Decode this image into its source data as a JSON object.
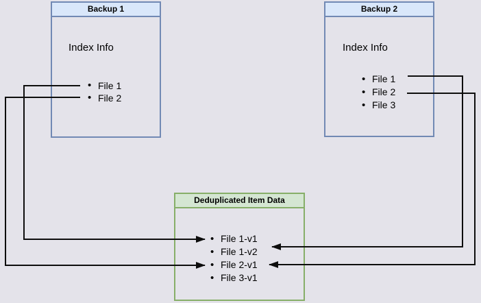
{
  "diagram": {
    "background_color": "#e4e3ea",
    "line_color": "#0d0d0d",
    "blue_header_fill": "#d9e7fa",
    "blue_border": "#7189b4",
    "green_header_fill": "#d4e6d2",
    "green_border": "#86ae68",
    "backup1": {
      "title": "Backup 1",
      "label": "Index Info",
      "items": [
        "File 1",
        "File 2"
      ]
    },
    "backup2": {
      "title": "Backup 2",
      "label": "Index Info",
      "items": [
        "File 1",
        "File 2",
        "File 3"
      ]
    },
    "dedup": {
      "title": "Deduplicated Item Data",
      "items": [
        "File 1-v1",
        "File 1-v2",
        "File 2-v1",
        "File 3-v1"
      ]
    },
    "connections": [
      {
        "from": "Backup 1 / File 1",
        "to": "File 1-v1"
      },
      {
        "from": "Backup 1 / File 2",
        "to": "File 2-v1"
      },
      {
        "from": "Backup 2 / File 1",
        "to": "File 1-v2"
      },
      {
        "from": "Backup 2 / File 2",
        "to": "File 2-v1"
      }
    ]
  }
}
